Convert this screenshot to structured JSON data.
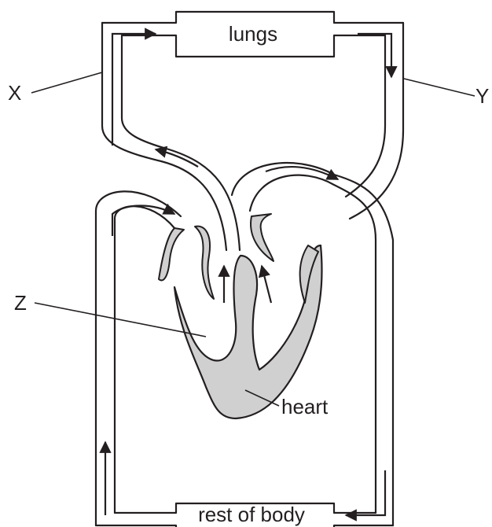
{
  "labels": {
    "lungs": "lungs",
    "rest_of_body": "rest of body",
    "heart": "heart",
    "x": "X",
    "y": "Y",
    "z": "Z"
  },
  "colors": {
    "line": "#231f20",
    "heart_tissue": "#d0d0d0",
    "background": "#ffffff"
  }
}
